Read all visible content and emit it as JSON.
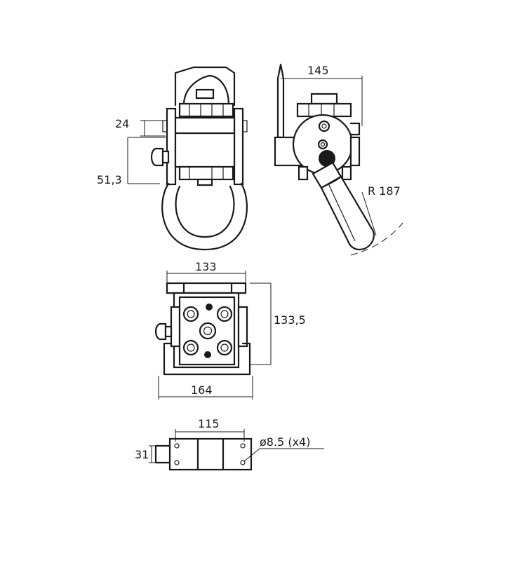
{
  "drawing": {
    "side_view": {
      "dim_top": "24",
      "dim_bottom": "51,3"
    },
    "end_view": {
      "dim_width": "145",
      "dim_radius": "R 187"
    },
    "plan_view": {
      "dim_top_width": "133",
      "dim_height": "133,5",
      "dim_bottom_width": "164"
    },
    "base_view": {
      "dim_width": "115",
      "dim_height": "31",
      "dim_holes": "ø8.5 (x4)"
    }
  }
}
